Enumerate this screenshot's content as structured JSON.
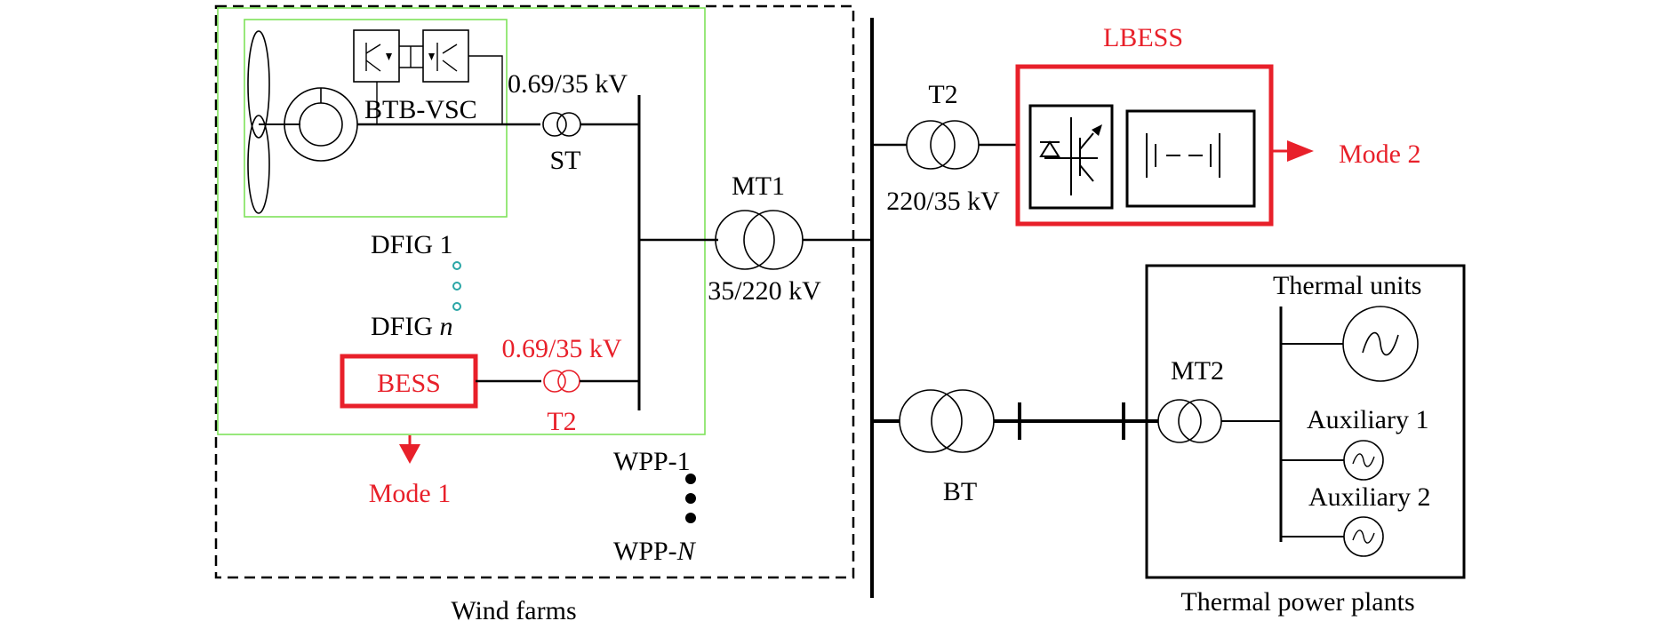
{
  "labels": {
    "lbess": "LBESS",
    "mode_2": "Mode 2",
    "mode_1": "Mode 1",
    "btb_vsc": "BTB-VSC",
    "v_069_35_top": "0.69/35 kV",
    "st": "ST",
    "t2_top": "T2",
    "v_220_35": "220/35 kV",
    "mt1": "MT1",
    "v_35_220": "35/220 kV",
    "dfig_1": "DFIG 1",
    "dfig_n_prefix": "DFIG ",
    "dfig_n_suffix": "n",
    "v_069_35_bottom": "0.69/35 kV",
    "bess": "BESS",
    "t2_bottom": "T2",
    "wpp_1": "WPP-1",
    "wpp_n_prefix": "WPP-",
    "wpp_n_suffix": "N",
    "bt": "BT",
    "mt2": "MT2",
    "thermal_units": "Thermal units",
    "auxiliary_1": "Auxiliary 1",
    "auxiliary_2": "Auxiliary 2",
    "wind_farms": "Wind farms",
    "thermal_power_plants": "Thermal power plants"
  },
  "colors": {
    "highlight": "#e8202a",
    "frame_green": "#7ee35a",
    "dot_teal": "#2aa6a6",
    "line": "#000000"
  }
}
